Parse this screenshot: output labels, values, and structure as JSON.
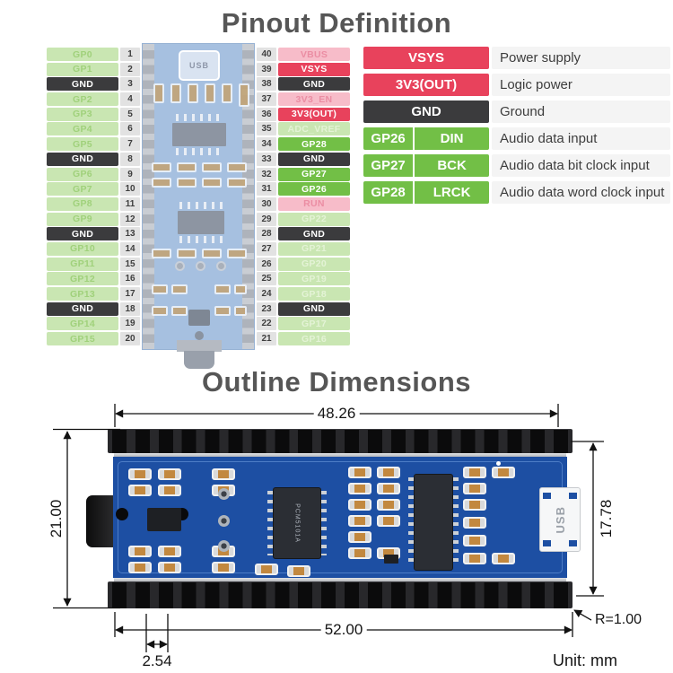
{
  "pinout": {
    "title": "Pinout Definition",
    "board_usb_label": "USB",
    "left_pins": [
      {
        "label": "GP0",
        "num": "1",
        "style": "io-faded"
      },
      {
        "label": "GP1",
        "num": "2",
        "style": "io-faded"
      },
      {
        "label": "GND",
        "num": "3",
        "style": "ground"
      },
      {
        "label": "GP2",
        "num": "4",
        "style": "io-faded"
      },
      {
        "label": "GP3",
        "num": "5",
        "style": "io-faded"
      },
      {
        "label": "GP4",
        "num": "6",
        "style": "io-faded"
      },
      {
        "label": "GP5",
        "num": "7",
        "style": "io-faded"
      },
      {
        "label": "GND",
        "num": "8",
        "style": "ground"
      },
      {
        "label": "GP6",
        "num": "9",
        "style": "io-faded"
      },
      {
        "label": "GP7",
        "num": "10",
        "style": "io-faded"
      },
      {
        "label": "GP8",
        "num": "11",
        "style": "io-faded"
      },
      {
        "label": "GP9",
        "num": "12",
        "style": "io-faded"
      },
      {
        "label": "GND",
        "num": "13",
        "style": "ground"
      },
      {
        "label": "GP10",
        "num": "14",
        "style": "io-faded"
      },
      {
        "label": "GP11",
        "num": "15",
        "style": "io-faded"
      },
      {
        "label": "GP12",
        "num": "16",
        "style": "io-faded"
      },
      {
        "label": "GP13",
        "num": "17",
        "style": "io-faded"
      },
      {
        "label": "GND",
        "num": "18",
        "style": "ground"
      },
      {
        "label": "GP14",
        "num": "19",
        "style": "io-faded"
      },
      {
        "label": "GP15",
        "num": "20",
        "style": "io-faded"
      }
    ],
    "right_pins": [
      {
        "label": "VBUS",
        "num": "40",
        "style": "power-faded"
      },
      {
        "label": "VSYS",
        "num": "39",
        "style": "power"
      },
      {
        "label": "GND",
        "num": "38",
        "style": "ground"
      },
      {
        "label": "3V3_EN",
        "num": "37",
        "style": "power-faded"
      },
      {
        "label": "3V3(OUT)",
        "num": "36",
        "style": "power"
      },
      {
        "label": "ADC_VREF",
        "num": "35",
        "style": "io-faded-light"
      },
      {
        "label": "GP28",
        "num": "34",
        "style": "io"
      },
      {
        "label": "GND",
        "num": "33",
        "style": "ground"
      },
      {
        "label": "GP27",
        "num": "32",
        "style": "io"
      },
      {
        "label": "GP26",
        "num": "31",
        "style": "io"
      },
      {
        "label": "RUN",
        "num": "30",
        "style": "power-faded"
      },
      {
        "label": "GP22",
        "num": "29",
        "style": "io-faded-light"
      },
      {
        "label": "GND",
        "num": "28",
        "style": "ground"
      },
      {
        "label": "GP21",
        "num": "27",
        "style": "io-faded-light"
      },
      {
        "label": "GP20",
        "num": "26",
        "style": "io-faded-light"
      },
      {
        "label": "GP19",
        "num": "25",
        "style": "io-faded-light"
      },
      {
        "label": "GP18",
        "num": "24",
        "style": "io-faded-light"
      },
      {
        "label": "GND",
        "num": "23",
        "style": "ground"
      },
      {
        "label": "GP17",
        "num": "22",
        "style": "io-faded-light"
      },
      {
        "label": "GP16",
        "num": "21",
        "style": "io-faded-light"
      }
    ],
    "legend": [
      {
        "cells": [
          "VSYS"
        ],
        "style": "power",
        "desc": "Power supply"
      },
      {
        "cells": [
          "3V3(OUT)"
        ],
        "style": "power",
        "desc": "Logic power"
      },
      {
        "cells": [
          "GND"
        ],
        "style": "ground",
        "desc": "Ground"
      },
      {
        "cells": [
          "GP26",
          "DIN"
        ],
        "style": "io",
        "desc": "Audio data input"
      },
      {
        "cells": [
          "GP27",
          "BCK"
        ],
        "style": "io",
        "desc": "Audio data bit clock input"
      },
      {
        "cells": [
          "GP28",
          "LRCK"
        ],
        "style": "io",
        "desc": "Audio data word clock input"
      }
    ]
  },
  "dimensions": {
    "title": "Outline Dimensions",
    "top_width": "48.26",
    "left_height": "21.00",
    "right_height": "17.78",
    "bottom_width": "52.00",
    "pin_pitch": "2.54",
    "corner_radius": "R=1.00",
    "unit": "Unit: mm",
    "chip_label": "PCM5101A",
    "usb_label": "USB"
  },
  "colors": {
    "power_red": "#e8425c",
    "io_green": "#72bf46",
    "io_green_faded": "#c9e6b2",
    "power_pink_faded": "#f7bcc9",
    "ground_dark": "#3b3b3d",
    "pcb_blue": "#1d4fa3"
  }
}
